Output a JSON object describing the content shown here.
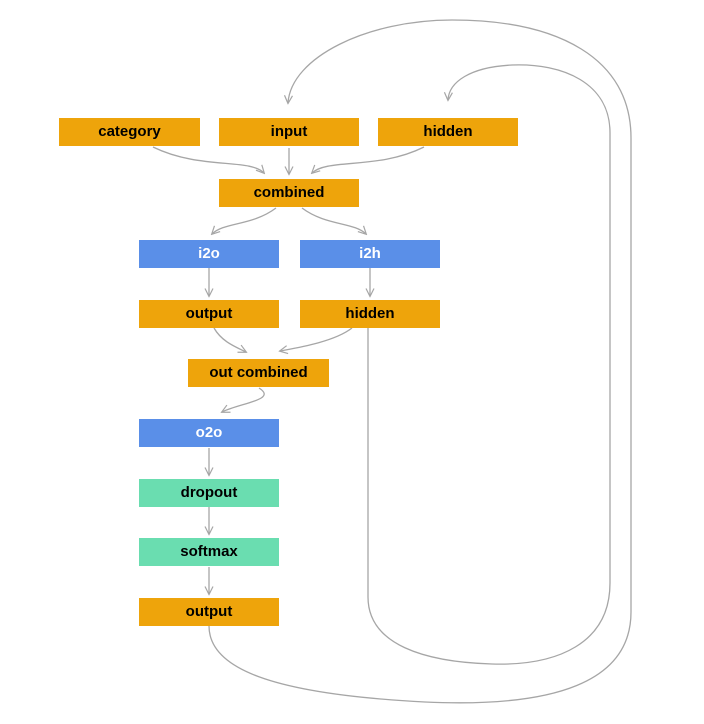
{
  "diagram": {
    "type": "flowchart",
    "nodes": [
      {
        "id": "category",
        "label": "category",
        "color": "orange"
      },
      {
        "id": "input",
        "label": "input",
        "color": "orange"
      },
      {
        "id": "hidden_top",
        "label": "hidden",
        "color": "orange"
      },
      {
        "id": "combined",
        "label": "combined",
        "color": "orange"
      },
      {
        "id": "i2o",
        "label": "i2o",
        "color": "blue"
      },
      {
        "id": "i2h",
        "label": "i2h",
        "color": "blue"
      },
      {
        "id": "output_mid",
        "label": "output",
        "color": "orange"
      },
      {
        "id": "hidden_mid",
        "label": "hidden",
        "color": "orange"
      },
      {
        "id": "out_combined",
        "label": "out combined",
        "color": "orange"
      },
      {
        "id": "o2o",
        "label": "o2o",
        "color": "blue"
      },
      {
        "id": "dropout",
        "label": "dropout",
        "color": "green"
      },
      {
        "id": "softmax",
        "label": "softmax",
        "color": "green"
      },
      {
        "id": "output_final",
        "label": "output",
        "color": "orange"
      }
    ],
    "edges": [
      {
        "from": "category",
        "to": "combined"
      },
      {
        "from": "input",
        "to": "combined"
      },
      {
        "from": "hidden_top",
        "to": "combined"
      },
      {
        "from": "combined",
        "to": "i2o"
      },
      {
        "from": "combined",
        "to": "i2h"
      },
      {
        "from": "i2o",
        "to": "output_mid"
      },
      {
        "from": "i2h",
        "to": "hidden_mid"
      },
      {
        "from": "output_mid",
        "to": "out_combined"
      },
      {
        "from": "hidden_mid",
        "to": "out_combined"
      },
      {
        "from": "out_combined",
        "to": "o2o"
      },
      {
        "from": "o2o",
        "to": "dropout"
      },
      {
        "from": "dropout",
        "to": "softmax"
      },
      {
        "from": "softmax",
        "to": "output_final"
      },
      {
        "from": "output_final",
        "to": "input",
        "style": "recurrent-loop"
      },
      {
        "from": "hidden_mid",
        "to": "hidden_top",
        "style": "recurrent-loop"
      }
    ]
  },
  "colors": {
    "node_orange": "#EEA40B",
    "node_blue": "#5A8FE8",
    "node_green": "#6ADDB0",
    "edge_gray": "#a6a6a6",
    "text_dark": "#000000",
    "text_light": "#ffffff",
    "background": "#ffffff"
  }
}
